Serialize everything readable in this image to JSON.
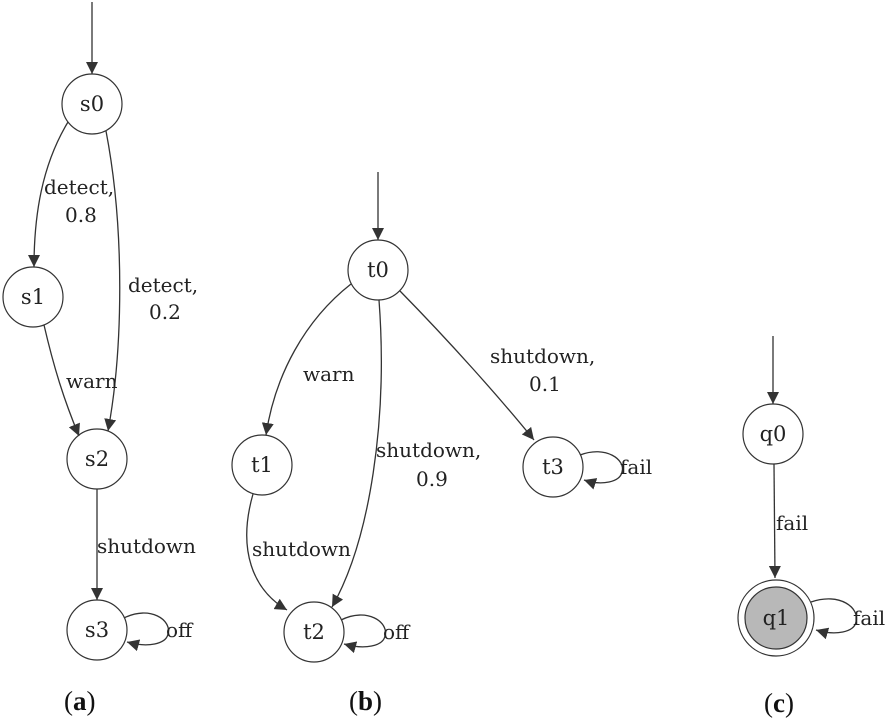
{
  "panels": {
    "a": {
      "caption_open": "(",
      "caption_letter": "a",
      "caption_close": ")",
      "states": [
        "s0",
        "s1",
        "s2",
        "s3"
      ],
      "edges": [
        {
          "label": [
            "detect,",
            "0.8"
          ]
        },
        {
          "label": [
            "detect,",
            "0.2"
          ]
        },
        {
          "label": [
            "warn"
          ]
        },
        {
          "label": [
            "shutdown"
          ]
        },
        {
          "label": [
            "off"
          ]
        }
      ]
    },
    "b": {
      "caption_open": "(",
      "caption_letter": "b",
      "caption_close": ")",
      "states": [
        "t0",
        "t1",
        "t2",
        "t3"
      ],
      "edges": [
        {
          "label": [
            "warn"
          ]
        },
        {
          "label": [
            "shutdown,",
            "0.9"
          ]
        },
        {
          "label": [
            "shutdown,",
            "0.1"
          ]
        },
        {
          "label": [
            "shutdown"
          ]
        },
        {
          "label": [
            "fail"
          ]
        },
        {
          "label": [
            "off"
          ]
        }
      ]
    },
    "c": {
      "caption_open": "(",
      "caption_letter": "c",
      "caption_close": ")",
      "states": [
        "q0",
        "q1"
      ],
      "accepting_fill": "#b8b8b8",
      "edges": [
        {
          "label": [
            "fail"
          ]
        },
        {
          "label": [
            "fail"
          ]
        }
      ]
    }
  }
}
